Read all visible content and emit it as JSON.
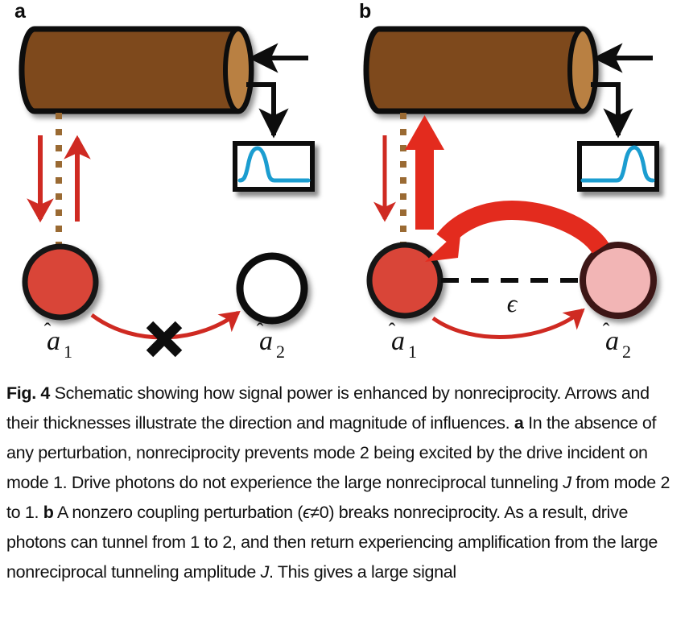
{
  "figure": {
    "label": "Fig. 4",
    "caption_full": "Fig. 4 Schematic showing how signal power is enhanced by nonreciprocity. Arrows and their thicknesses illustrate the direction and magnitude of influences. a In the absence of any perturbation, nonreciprocity prevents mode 2 being excited by the drive incident on mode 1. Drive photons do not experience the large nonreciprocal tunneling J from mode 2 to 1. b A nonzero coupling perturbation (ϵ≠0) breaks nonreciprocity. As a result, drive photons can tunnel from 1 to 2, and then return experiencing amplification from the large nonreciprocal tunneling amplitude J. This gives a large signal",
    "caption_segments": [
      {
        "style": "bold",
        "text": "Fig. 4"
      },
      {
        "style": "plain",
        "text": " Schematic showing how signal power is enhanced by nonreciprocity. Arrows and their thicknesses illustrate the direction and magnitude of influences. "
      },
      {
        "style": "bold",
        "text": "a"
      },
      {
        "style": "plain",
        "text": " In the absence of any perturbation, nonreciprocity prevents mode 2 being excited by the drive incident on mode 1. Drive photons do not experience the large nonreciprocal tunneling "
      },
      {
        "style": "italic",
        "text": "J"
      },
      {
        "style": "plain",
        "text": " from mode 2 to 1. "
      },
      {
        "style": "bold",
        "text": "b"
      },
      {
        "style": "plain",
        "text": " A nonzero coupling perturbation ("
      },
      {
        "style": "italic",
        "text": "ϵ"
      },
      {
        "style": "plain",
        "text": "≠0) breaks nonreciprocity. As a result, drive photons can tunnel from 1 to 2, and then return experiencing amplification from the large nonreciprocal tunneling amplitude "
      },
      {
        "style": "italic",
        "text": "J"
      },
      {
        "style": "plain",
        "text": ". This gives a large signal"
      }
    ]
  },
  "colors": {
    "cylinder_body": "#7e4a1f",
    "cylinder_cap": "#b98043",
    "outline_black": "#0d0d0d",
    "mode_red": "#d94437",
    "mode_pink": "#f2b5b5",
    "mode_white": "#ffffff",
    "pink_border": "#3d1715",
    "arrow_red_thin": "#cf2a22",
    "arrow_red_thick": "#e32b1e",
    "dotted_brown": "#9a6a33",
    "spectrum_blue": "#1b9dd0",
    "page_bg": "#ffffff"
  },
  "panels": [
    {
      "id": "a",
      "letter": "a",
      "mode1_label": "â₁",
      "mode1_label_parts": {
        "base": "a",
        "sub": "1",
        "hat": "̂"
      },
      "mode2_label": "â₂",
      "mode2_label_parts": {
        "base": "a",
        "sub": "2",
        "hat": "̂"
      },
      "mode1_fill": "#d94437",
      "mode2_fill": "#ffffff",
      "coupling_label": "",
      "has_coupling_dash": false,
      "up_arrow_weight": "thin",
      "down_arrow_weight": "thin",
      "forward_arrow_weight": "thin",
      "return_arrow": "none",
      "blocked_marker": "✕",
      "blocked_marker_name": "cross-mark",
      "spectrum_peak_position": "left",
      "spectrum": {
        "type": "line",
        "peak_x": 0.26,
        "peak_height": 0.78,
        "baseline": 0.12
      }
    },
    {
      "id": "b",
      "letter": "b",
      "mode1_label": "â₁",
      "mode1_label_parts": {
        "base": "a",
        "sub": "1",
        "hat": "̂"
      },
      "mode2_label": "â₂",
      "mode2_label_parts": {
        "base": "a",
        "sub": "2",
        "hat": "̂"
      },
      "mode1_fill": "#d94437",
      "mode2_fill": "#f2b5b5",
      "coupling_label": "ϵ",
      "has_coupling_dash": true,
      "up_arrow_weight": "thick",
      "down_arrow_weight": "thin",
      "forward_arrow_weight": "thin",
      "return_arrow": "thick",
      "blocked_marker": "",
      "blocked_marker_name": "none",
      "spectrum_peak_position": "right",
      "spectrum": {
        "type": "line",
        "peak_x": 0.72,
        "peak_height": 0.8,
        "baseline": 0.12
      }
    }
  ],
  "chart_data": [
    {
      "type": "line",
      "title": "Signal spectrum (panel a)",
      "xlabel": "",
      "ylabel": "",
      "grid": false,
      "legend": "none",
      "x": [
        0.0,
        0.05,
        0.1,
        0.15,
        0.2,
        0.26,
        0.32,
        0.38,
        0.44,
        0.5,
        0.6,
        0.7,
        0.8,
        0.9,
        1.0
      ],
      "y": [
        0.12,
        0.14,
        0.22,
        0.45,
        0.7,
        0.78,
        0.63,
        0.35,
        0.18,
        0.12,
        0.12,
        0.12,
        0.12,
        0.12,
        0.12
      ],
      "xlim": [
        0,
        1
      ],
      "ylim": [
        0,
        1
      ]
    },
    {
      "type": "line",
      "title": "Signal spectrum (panel b)",
      "xlabel": "",
      "ylabel": "",
      "grid": false,
      "legend": "none",
      "x": [
        0.0,
        0.1,
        0.2,
        0.3,
        0.4,
        0.48,
        0.56,
        0.64,
        0.72,
        0.8,
        0.86,
        0.92,
        1.0
      ],
      "y": [
        0.12,
        0.12,
        0.12,
        0.12,
        0.13,
        0.2,
        0.42,
        0.68,
        0.8,
        0.62,
        0.35,
        0.17,
        0.12
      ],
      "xlim": [
        0,
        1
      ],
      "ylim": [
        0,
        1
      ]
    }
  ]
}
